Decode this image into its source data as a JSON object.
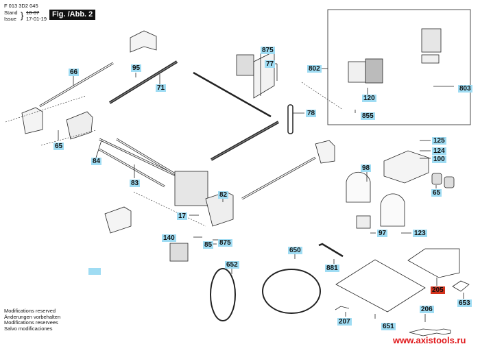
{
  "header": {
    "part_number": "F 013 3D2 045",
    "stand_label": "Stand",
    "issue_label": "Issue",
    "stand_value": "18-07",
    "issue_value": "17-01-19",
    "figure_title": "Fig. /Abb. 2"
  },
  "footer": {
    "notes": [
      "Modifications reserved",
      "Änderungen vorbehalten",
      "Modifications reservees",
      "Salvo modificaciones"
    ],
    "website": "www.axistools.ru"
  },
  "part_labels": [
    {
      "id": "66",
      "highlight": "blue"
    },
    {
      "id": "95",
      "highlight": "blue"
    },
    {
      "id": "71",
      "highlight": "blue"
    },
    {
      "id": "875",
      "highlight": "blue"
    },
    {
      "id": "77",
      "highlight": "blue"
    },
    {
      "id": "78",
      "highlight": "blue"
    },
    {
      "id": "802",
      "highlight": "blue"
    },
    {
      "id": "120",
      "highlight": "blue"
    },
    {
      "id": "855",
      "highlight": "blue"
    },
    {
      "id": "803",
      "highlight": "blue"
    },
    {
      "id": "65",
      "highlight": "blue"
    },
    {
      "id": "84",
      "highlight": "blue"
    },
    {
      "id": "83",
      "highlight": "blue"
    },
    {
      "id": "82",
      "highlight": "blue"
    },
    {
      "id": "17",
      "highlight": "blue"
    },
    {
      "id": "140",
      "highlight": "blue"
    },
    {
      "id": "85",
      "highlight": "blue"
    },
    {
      "id": "875",
      "highlight": "blue"
    },
    {
      "id": "125",
      "highlight": "blue"
    },
    {
      "id": "124",
      "highlight": "blue"
    },
    {
      "id": "100",
      "highlight": "blue"
    },
    {
      "id": "98",
      "highlight": "blue"
    },
    {
      "id": "65",
      "highlight": "blue"
    },
    {
      "id": "97",
      "highlight": "blue"
    },
    {
      "id": "123",
      "highlight": "blue"
    },
    {
      "id": "650",
      "highlight": "blue"
    },
    {
      "id": "652",
      "highlight": "blue"
    },
    {
      "id": "881",
      "highlight": "blue"
    },
    {
      "id": "205",
      "highlight": "red"
    },
    {
      "id": "653",
      "highlight": "blue"
    },
    {
      "id": "206",
      "highlight": "blue"
    },
    {
      "id": "207",
      "highlight": "blue"
    },
    {
      "id": "651",
      "highlight": "blue"
    }
  ],
  "colors": {
    "label_blue": "#9fdcf3",
    "label_red": "#d4321c",
    "url_red": "#e0181b"
  }
}
